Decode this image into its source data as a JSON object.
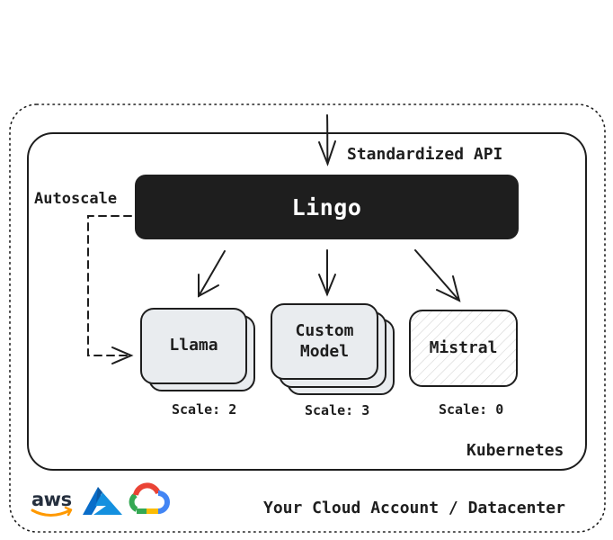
{
  "api_label": "Standardized API",
  "router": {
    "label": "Lingo"
  },
  "autoscale_label": "Autoscale",
  "models": [
    {
      "name_lines": [
        "Llama"
      ],
      "scale": "Scale: 2"
    },
    {
      "name_lines": [
        "Custom",
        "Model"
      ],
      "scale": "Scale: 3"
    },
    {
      "name_lines": [
        "Mistral"
      ],
      "scale": "Scale: 0"
    }
  ],
  "cluster_label": "Kubernetes",
  "account_label": "Your Cloud Account / Datacenter",
  "providers": [
    {
      "name": "aws",
      "icon": "aws-logo"
    },
    {
      "name": "Azure",
      "icon": "azure-logo"
    },
    {
      "name": "Google Cloud",
      "icon": "google-cloud-logo"
    }
  ],
  "colors": {
    "router_fill": "#1e1e1e",
    "model_fill": "#e9ecef",
    "stroke": "#1e1e1e",
    "aws_orange": "#ff9900",
    "azure_blue": "#0a6dc9",
    "gcp_blue": "#4285f4",
    "gcp_red": "#ea4335",
    "gcp_yellow": "#fbbc05",
    "gcp_green": "#34a853"
  }
}
